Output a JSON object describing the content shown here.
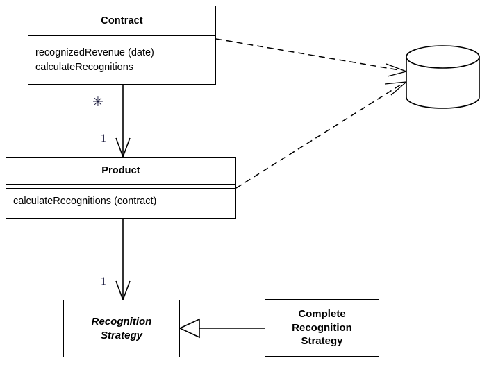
{
  "diagram": {
    "title": "Recognition Strategy class diagram",
    "type": "uml-class-diagram",
    "colors": {
      "stroke": "#000000",
      "fill": "#ffffff",
      "multiplicity_text": "#16163a"
    }
  },
  "classes": {
    "contract": {
      "name": "Contract",
      "operations": [
        "recognizedRevenue (date)",
        "calculateRecognitions"
      ]
    },
    "product": {
      "name": "Product",
      "operations": [
        "calculateRecognitions (contract)"
      ]
    },
    "recognition_strategy": {
      "name_line1": "Recognition",
      "name_line2": "Strategy",
      "abstract": true
    },
    "complete_recognition_strategy": {
      "name_line1": "Complete",
      "name_line2": "Recognition",
      "name_line3": "Strategy",
      "abstract": false
    }
  },
  "datastore": {
    "name": "database-cylinder"
  },
  "relationships": {
    "contract_to_product": {
      "source_multiplicity": "✳",
      "target_multiplicity": "1"
    },
    "product_to_strategy": {
      "source_multiplicity": "",
      "target_multiplicity": "1"
    },
    "generalization": {
      "label": ""
    },
    "contract_dependency": {
      "label": ""
    },
    "product_dependency": {
      "label": ""
    }
  }
}
